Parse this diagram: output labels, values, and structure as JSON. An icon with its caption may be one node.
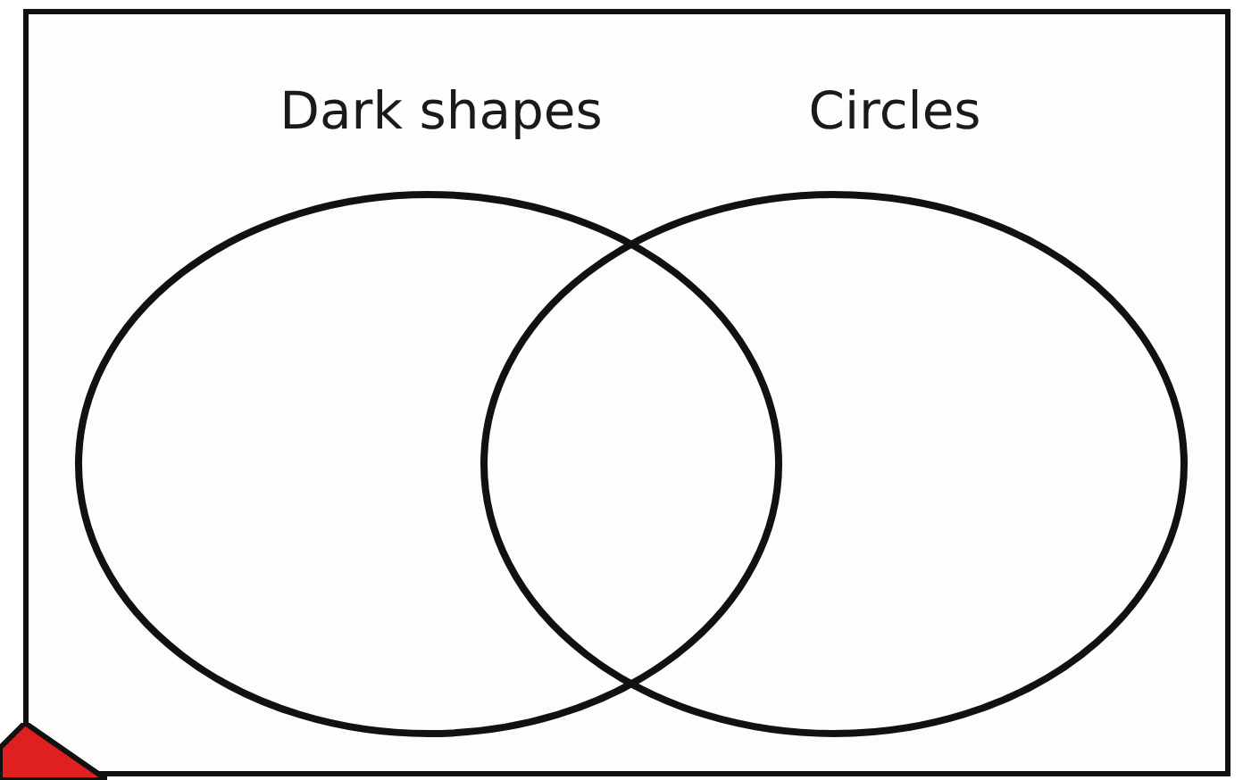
{
  "diagram": {
    "nodes": [
      {
        "text": [],
        "shape": "box"
      },
      {
        "text": [
          "Dark shapes"
        ],
        "in": 0
      },
      {
        "text": [
          "Circles"
        ],
        "in": 0
      }
    ]
  }
}
